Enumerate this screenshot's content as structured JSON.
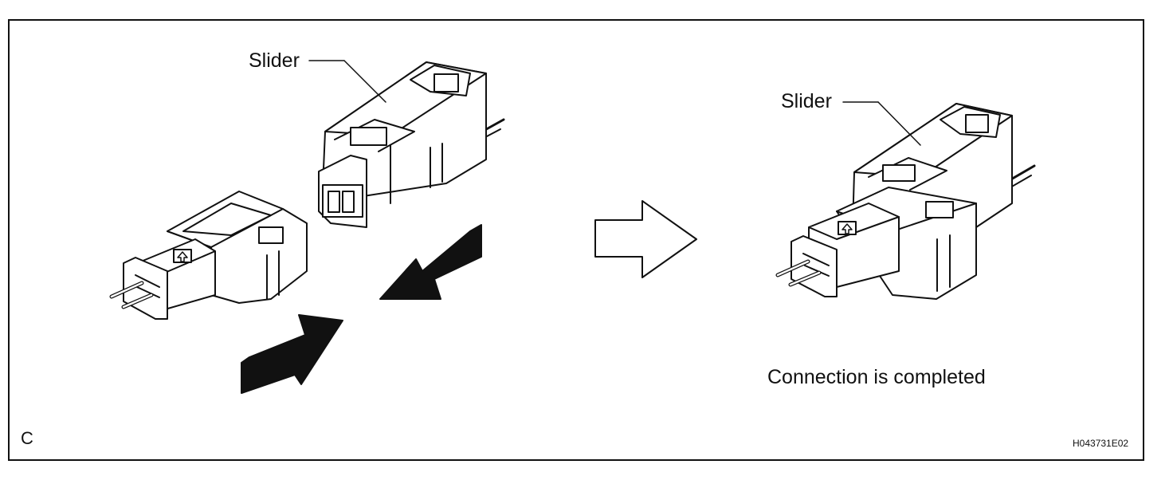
{
  "figure": {
    "panel_letter": "C",
    "figure_code": "H043731E02",
    "before": {
      "slider_label": "Slider"
    },
    "after": {
      "slider_label": "Slider",
      "caption": "Connection is completed"
    },
    "icons": [
      "push-arrow-left-icon",
      "push-arrow-right-icon",
      "transition-arrow-icon"
    ]
  }
}
